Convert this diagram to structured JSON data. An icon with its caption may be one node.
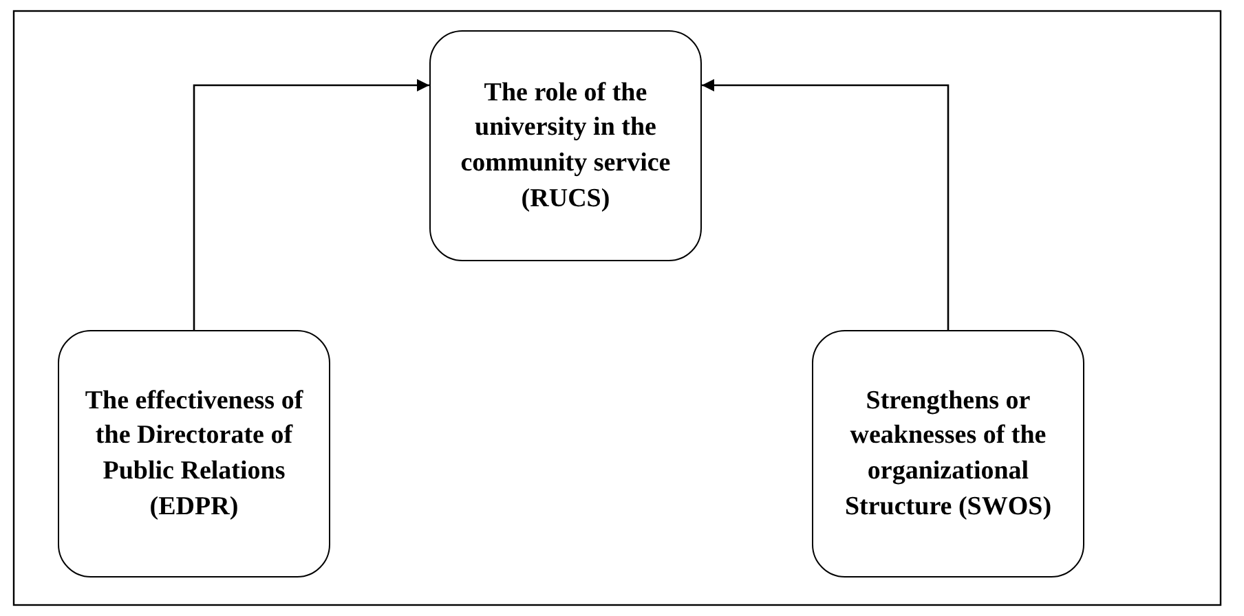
{
  "diagram": {
    "nodes": [
      {
        "text": [
          "The role of the university in the community service (RUCS)"
        ]
      },
      {
        "text": [
          "The effectiveness of the Directorate of Public Relations (EDPR)"
        ]
      },
      {
        "text": [
          "Strengthens or weaknesses of the organizational Structure (SWOS)"
        ]
      }
    ],
    "edges": [
      {
        "from": 1,
        "to": 0,
        "arrow": "to"
      },
      {
        "from": 2,
        "to": 0,
        "arrow": "to"
      }
    ]
  }
}
